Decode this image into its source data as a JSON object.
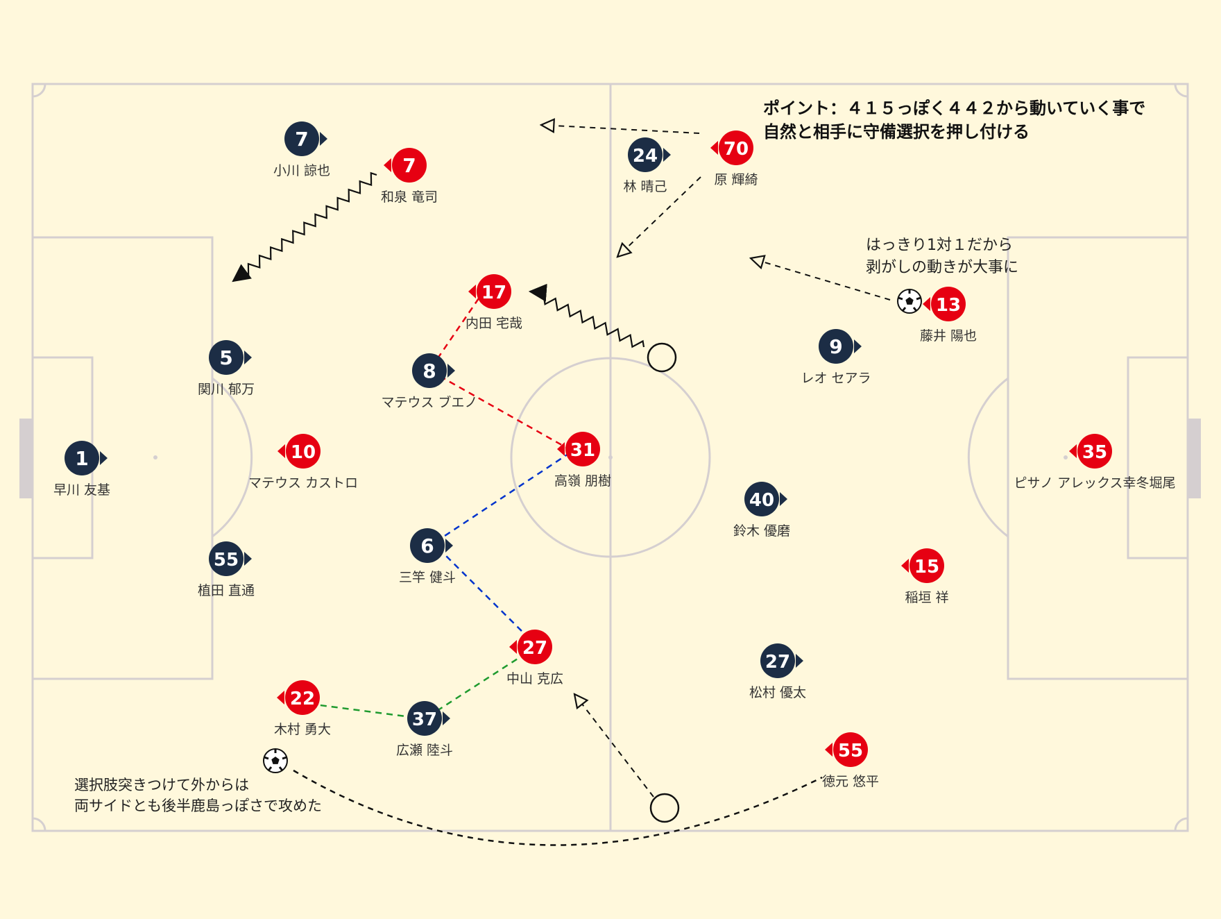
{
  "colors": {
    "background": "#FFF8DC",
    "pitch_line": "#D5CFD0",
    "home": "#E60012",
    "away": "#1C2D45",
    "label": "#333333",
    "link_red": "#E60012",
    "link_blue": "#0033CC",
    "link_green": "#1E9A2E",
    "arrow": "#111111"
  },
  "home_team": [
    {
      "num": "7",
      "name": "和泉 竜司"
    },
    {
      "num": "70",
      "name": "原 輝綺"
    },
    {
      "num": "17",
      "name": "内田 宅哉"
    },
    {
      "num": "13",
      "name": "藤井 陽也"
    },
    {
      "num": "10",
      "name": "マテウス カストロ"
    },
    {
      "num": "31",
      "name": "高嶺 朋樹"
    },
    {
      "num": "35",
      "name": "ピサノ アレックス幸冬堀尾"
    },
    {
      "num": "15",
      "name": "稲垣 祥"
    },
    {
      "num": "27",
      "name": "中山 克広"
    },
    {
      "num": "22",
      "name": "木村 勇大"
    },
    {
      "num": "55",
      "name": "徳元 悠平"
    }
  ],
  "away_team": [
    {
      "num": "7",
      "name": "小川 諒也"
    },
    {
      "num": "24",
      "name": "林 晴己"
    },
    {
      "num": "5",
      "name": "関川 郁万"
    },
    {
      "num": "8",
      "name": "マテウス ブエノ"
    },
    {
      "num": "9",
      "name": "レオ セアラ"
    },
    {
      "num": "1",
      "name": "早川 友基"
    },
    {
      "num": "40",
      "name": "鈴木 優磨"
    },
    {
      "num": "6",
      "name": "三竿 健斗"
    },
    {
      "num": "55",
      "name": "植田 直通"
    },
    {
      "num": "27",
      "name": "松村 優太"
    },
    {
      "num": "37",
      "name": "広瀬 陸斗"
    }
  ],
  "annotations": {
    "point_line1": "ポイント：４１５っぽく４４２から動いていく事で",
    "point_line2": "自然と相手に守備選択を押し付ける",
    "duel_line1": "はっきり1対１だから",
    "duel_line2": "剥がしの動きが大事に",
    "wide_line1": "選択肢突きつけて外からは",
    "wide_line2": "両サイドとも後半鹿島っぽさで攻めた"
  },
  "icons": [
    "soccer-ball-icon",
    "empty-circle-marker",
    "direction-triangle-icon"
  ]
}
